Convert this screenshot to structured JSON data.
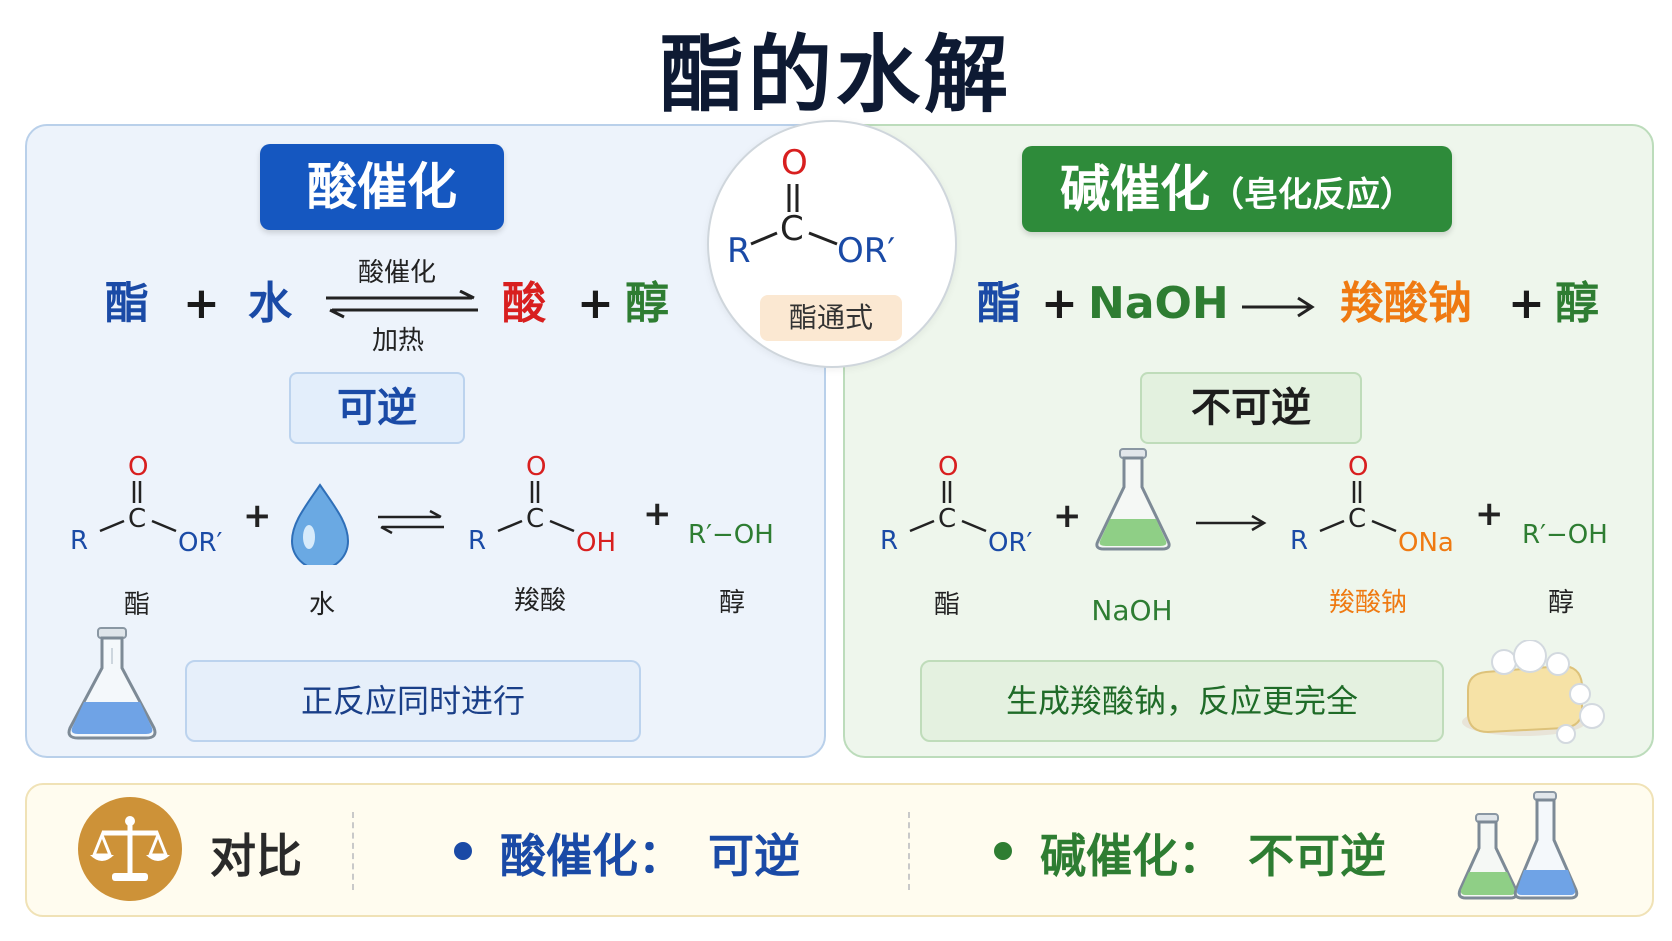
{
  "title": "酯的水解",
  "center": {
    "label": "酯通式"
  },
  "acid": {
    "badge": "酸催化",
    "equation": {
      "reactant1": "酯",
      "plus1": "+",
      "reactant2": "水",
      "cond_top": "酸催化",
      "cond_bottom": "加热",
      "product1": "酸",
      "plus2": "+",
      "product2": "醇"
    },
    "tag": "可逆",
    "labels": {
      "ester": "酯",
      "water": "水",
      "acid": "羧酸",
      "alcohol": "醇"
    },
    "note": "正反应同时进行"
  },
  "base": {
    "badge": "碱催化",
    "badge_sub": "（皂化反应）",
    "equation": {
      "reactant1": "酯",
      "plus1": "+",
      "reactant2": "NaOH",
      "product1": "羧酸钠",
      "plus2": "+",
      "product2": "醇"
    },
    "tag": "不可逆",
    "labels": {
      "ester": "酯",
      "naoh": "NaOH",
      "salt": "羧酸钠",
      "alcohol": "醇"
    },
    "note": "生成羧酸钠，反应更完全"
  },
  "structures": {
    "O": "O",
    "C": "C",
    "R": "R",
    "OR": "OR′",
    "OH": "OH",
    "ONa": "ONa",
    "alcohol": "R′−OH",
    "plus": "+"
  },
  "compare": {
    "label": "对比",
    "acid_key": "酸催化：",
    "acid_val": "可逆",
    "base_key": "碱催化：",
    "base_val": "不可逆"
  },
  "icons": [
    "scale-icon",
    "flask-icon",
    "water-drop-icon",
    "soap-icon",
    "naoh-flask-icon"
  ],
  "colors": {
    "acid_blue": "#1557c0",
    "base_green": "#2e8b3a",
    "oxygen_red": "#d81f1f",
    "product_orange": "#ef7a12",
    "alcohol_green": "#2e7d32"
  }
}
